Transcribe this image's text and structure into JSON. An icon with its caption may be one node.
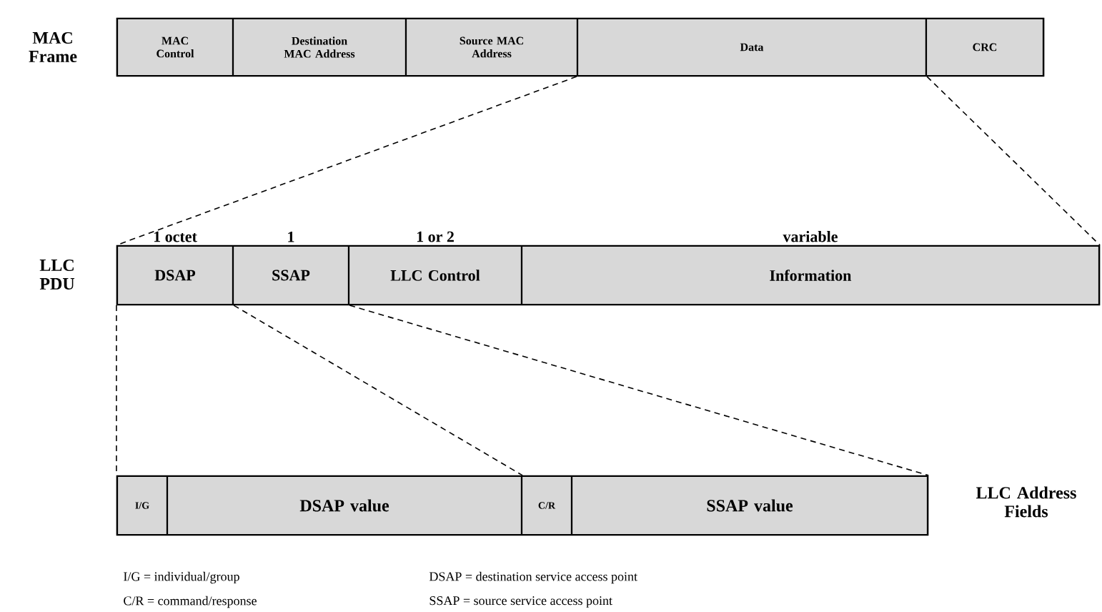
{
  "diagram": {
    "nodes": [
      {
        "text": [
          "MAC Frame"
        ]
      },
      {
        "text": [
          "MAC Control"
        ],
        "in": 0
      },
      {
        "text": [
          "Destination MAC Address"
        ],
        "in": 0
      },
      {
        "text": [
          "Source MAC Address"
        ],
        "in": 0
      },
      {
        "text": [
          "Data"
        ],
        "in": 0
      },
      {
        "text": [
          "CRC"
        ],
        "in": 0
      },
      {
        "text": [
          "LLC PDU"
        ]
      },
      {
        "text": [
          "DSAP"
        ],
        "in": 6,
        "beside": [
          "1 octet"
        ]
      },
      {
        "text": [
          "SSAP"
        ],
        "in": 6,
        "beside": [
          "1"
        ]
      },
      {
        "text": [
          "LLC Control"
        ],
        "in": 6,
        "beside": [
          "1 or 2"
        ]
      },
      {
        "text": [
          "Information"
        ],
        "in": 6,
        "beside": [
          "variable"
        ]
      },
      {
        "text": [
          "LLC Address Fields"
        ]
      },
      {
        "text": [
          "I/G"
        ],
        "in": 11
      },
      {
        "text": [
          "DSAP value"
        ],
        "in": 11
      },
      {
        "text": [
          "C/R"
        ],
        "in": 11
      },
      {
        "text": [
          "SSAP value"
        ],
        "in": 11
      }
    ],
    "edges": [
      {
        "from": 4,
        "to": 7,
        "arrow": "none",
        "style": "dashed"
      },
      {
        "from": 4,
        "to": 10,
        "arrow": "none",
        "style": "dashed"
      },
      {
        "from": 7,
        "to": 12,
        "arrow": "none",
        "style": "dashed"
      },
      {
        "from": 7,
        "to": 13,
        "arrow": "none",
        "style": "dashed"
      },
      {
        "from": 8,
        "to": 15,
        "arrow": "none",
        "style": "dashed"
      }
    ],
    "labels": [
      "I/G = individual/group",
      "DSAP = destination service access point",
      "C/R = command/response",
      "SSAP = source service access point"
    ]
  }
}
